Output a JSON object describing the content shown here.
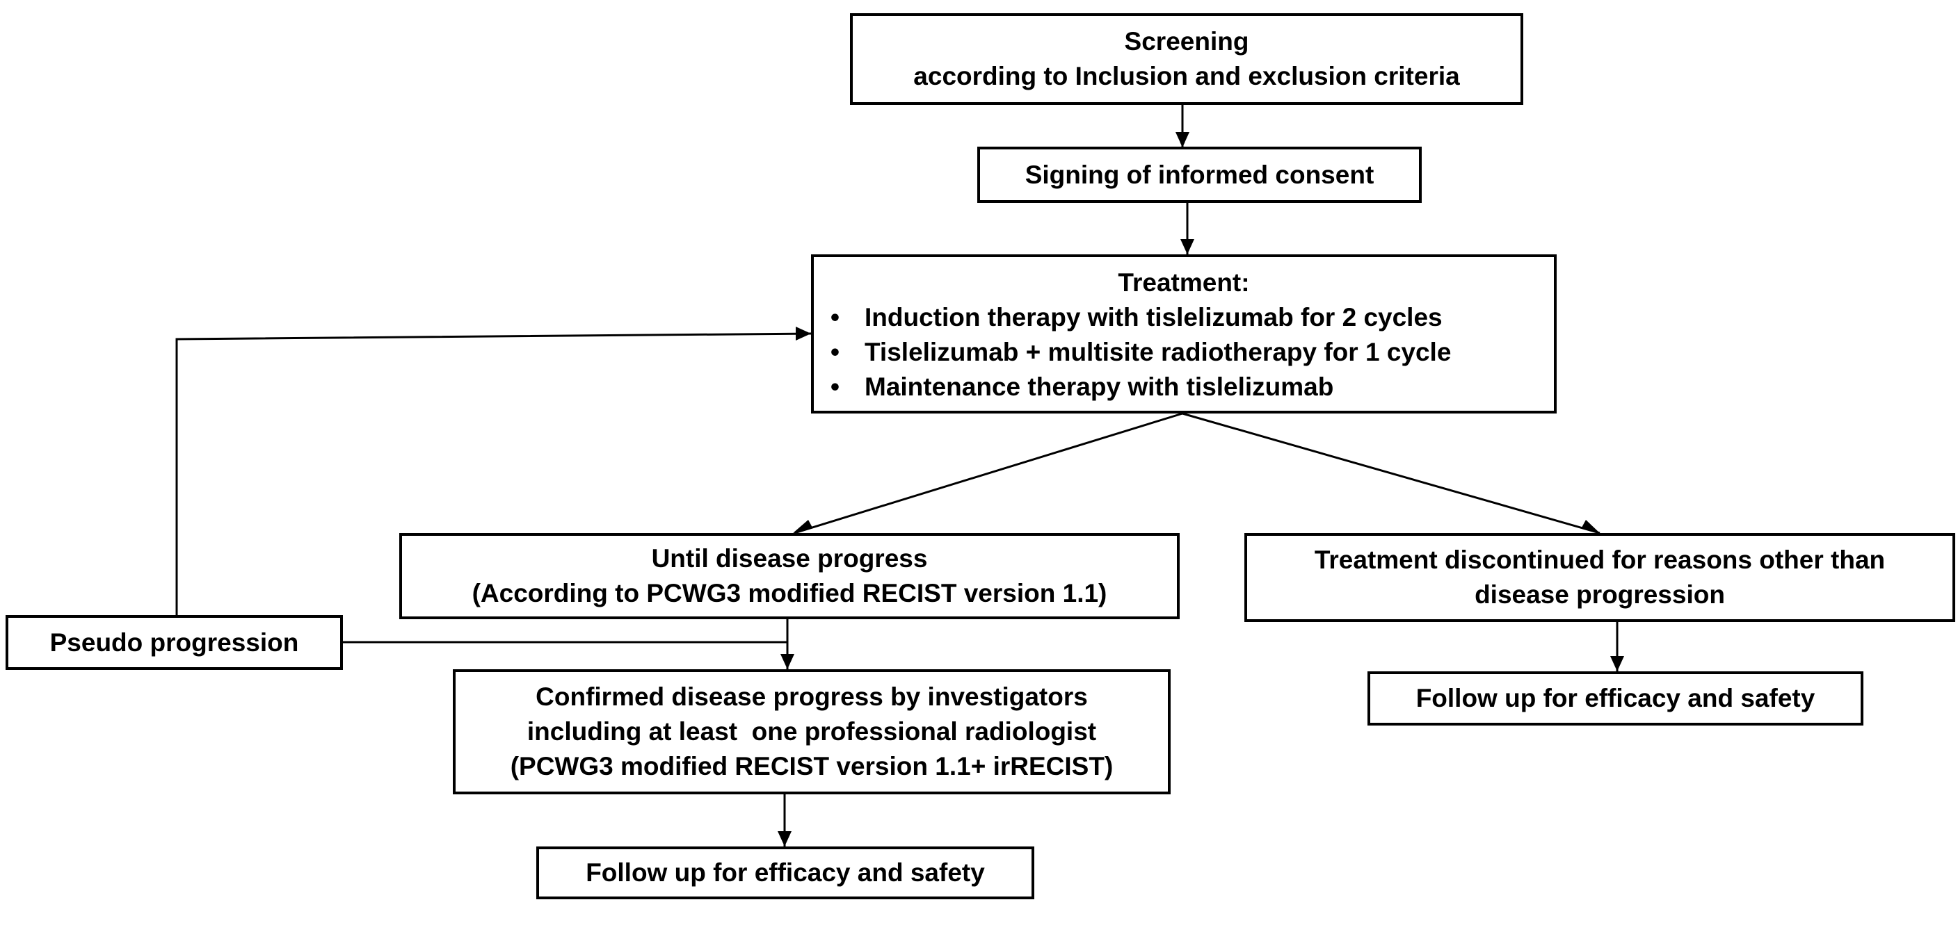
{
  "boxes": {
    "screening": {
      "lines": [
        "Screening",
        "according to Inclusion and exclusion criteria"
      ]
    },
    "consent": {
      "text": "Signing of informed consent"
    },
    "treatment": {
      "title": "Treatment:",
      "items": [
        "Induction therapy with tislelizumab for 2 cycles",
        "Tislelizumab + multisite radiotherapy for 1 cycle",
        "Maintenance therapy with tislelizumab"
      ]
    },
    "until_progress": {
      "lines": [
        "Until disease progress",
        "(According to PCWG3 modified RECIST version 1.1)"
      ]
    },
    "discontinued": {
      "lines": [
        "Treatment discontinued for reasons other than",
        "disease progression"
      ]
    },
    "pseudo_progression": {
      "text": "Pseudo progression"
    },
    "confirmed_progress": {
      "lines": [
        "Confirmed disease progress by investigators",
        "including at least  one professional radiologist",
        "(PCWG3 modified RECIST version 1.1+ irRECIST)"
      ]
    },
    "followup_left": {
      "text": "Follow up for efficacy and safety"
    },
    "followup_right": {
      "text": "Follow up for efficacy and safety"
    }
  },
  "colors": {
    "line": "#000000",
    "box_border": "#000000",
    "background": "#ffffff"
  }
}
